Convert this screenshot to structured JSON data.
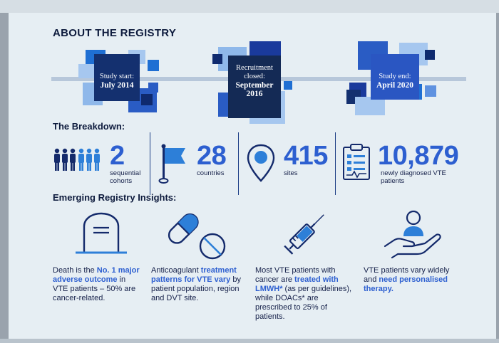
{
  "header": {
    "title": "ABOUT THE REGISTRY"
  },
  "timeline": [
    {
      "label": "Study start:",
      "value": "July 2014"
    },
    {
      "label": "Recruitment closed:",
      "value": "September 2016"
    },
    {
      "label": "Study end:",
      "value": "April 2020"
    }
  ],
  "breakdown": {
    "title": "The Breakdown:",
    "stats": [
      {
        "number": "2",
        "caption": "sequential cohorts",
        "icon": "people-icon"
      },
      {
        "number": "28",
        "caption": "countries",
        "icon": "flag-icon"
      },
      {
        "number": "415",
        "caption": "sites",
        "icon": "location-pin-icon"
      },
      {
        "number": "10,879",
        "caption": "newly diagnosed VTE patients",
        "icon": "clipboard-icon"
      }
    ]
  },
  "insights": {
    "title": "Emerging Registry Insights:",
    "items": [
      {
        "icon": "tombstone-icon",
        "pre": "Death is the ",
        "hl": "No. 1 major adverse outcome",
        "post": " in VTE patients – 50% are cancer-related."
      },
      {
        "icon": "pill-icon",
        "pre": "Anticoagulant ",
        "hl": "treatment patterns for VTE vary",
        "post": " by patient population, region and DVT site."
      },
      {
        "icon": "syringe-icon",
        "pre": "Most VTE patients with cancer are ",
        "hl": "treated with LMWH*",
        "post": " (as per guidelines), while DOACs* are prescribed to 25% of patients."
      },
      {
        "icon": "hand-person-icon",
        "pre": "VTE patients vary widely and ",
        "hl": "need personalised therapy.",
        "post": ""
      }
    ]
  },
  "colors": {
    "navy": "#142a6b",
    "blue": "#2d5fd0",
    "light": "#9fc3ec",
    "bg": "#e6eef3"
  }
}
